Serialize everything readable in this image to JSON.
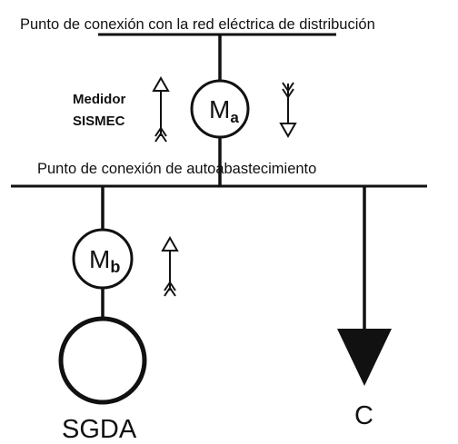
{
  "grid_connection_label": "Punto de conexión con la red eléctrica de distribución",
  "self_supply_label": "Punto de conexión de autoabastecimiento",
  "meter_label_line1": "Medidor",
  "meter_label_line2": "SISMEC",
  "meter_a": {
    "main": "M",
    "sub": "a"
  },
  "meter_b": {
    "main": "M",
    "sub": "b"
  },
  "generator_label": "SGDA",
  "load_label": "C",
  "colors": {
    "line": "#111111",
    "background": "#ffffff"
  }
}
